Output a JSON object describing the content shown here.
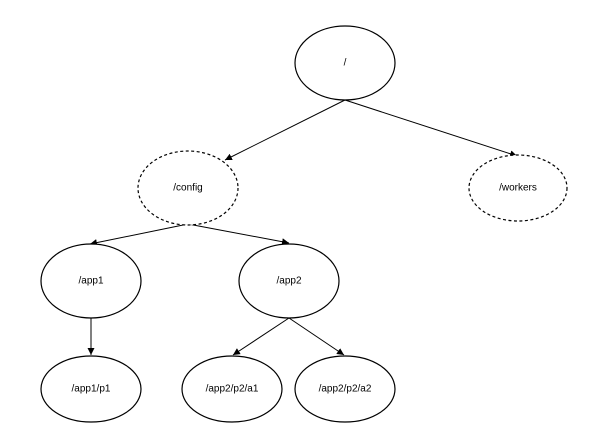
{
  "nodes": {
    "root": {
      "label": "/",
      "style": "solid"
    },
    "config": {
      "label": "/config",
      "style": "dashed"
    },
    "workers": {
      "label": "/workers",
      "style": "dashed"
    },
    "app1": {
      "label": "/app1",
      "style": "solid"
    },
    "app2": {
      "label": "/app2",
      "style": "solid"
    },
    "app1_p1": {
      "label": "/app1/p1",
      "style": "solid"
    },
    "app2_p2_a1": {
      "label": "/app2/p2/a1",
      "style": "solid"
    },
    "app2_p2_a2": {
      "label": "/app2/p2/a2",
      "style": "solid"
    }
  },
  "edges": [
    {
      "from": "root",
      "to": "config"
    },
    {
      "from": "root",
      "to": "workers"
    },
    {
      "from": "config",
      "to": "app1"
    },
    {
      "from": "config",
      "to": "app2"
    },
    {
      "from": "app1",
      "to": "app1_p1"
    },
    {
      "from": "app2",
      "to": "app2_p2_a1"
    },
    {
      "from": "app2",
      "to": "app2_p2_a2"
    }
  ],
  "colors": {
    "stroke": "#000000",
    "fill": "#ffffff",
    "background": "#ffffff"
  }
}
